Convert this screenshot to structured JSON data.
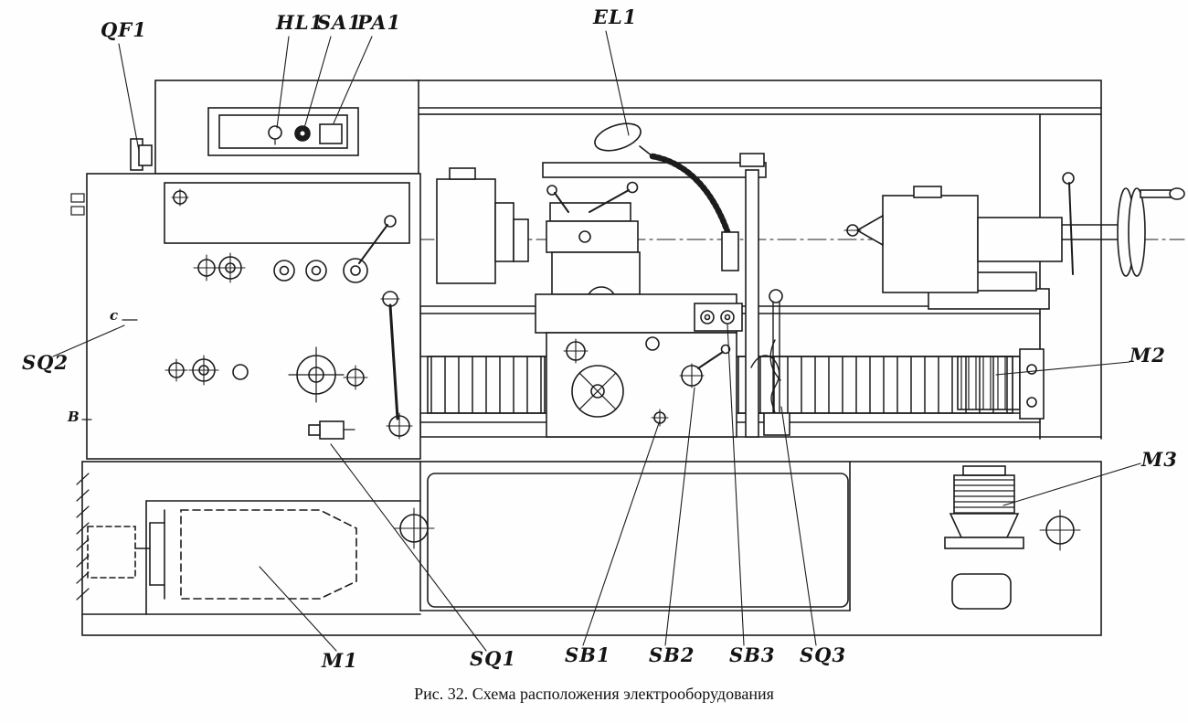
{
  "page": {
    "caption": "Рис. 32. Схема расположения электрооборудования"
  },
  "labels": {
    "qf1": "QF1",
    "hl1": "HL1",
    "sa1": "SA1",
    "pa1": "PA1",
    "el1": "EL1",
    "sq2": "SQ2",
    "sq1": "SQ1",
    "sb1": "SB1",
    "sb2": "SB2",
    "sb3": "SB3",
    "sq3": "SQ3",
    "m1": "M1",
    "m2": "M2",
    "m3": "M3"
  },
  "marks": {
    "left_upper": "с",
    "left_lower": "В"
  },
  "colors": {
    "ink": "#1c1c1c",
    "paper": "#fefefe"
  }
}
